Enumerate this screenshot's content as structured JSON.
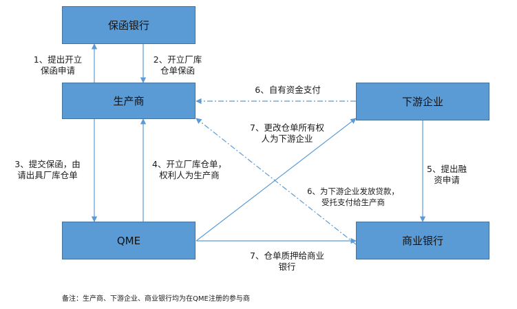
{
  "nodes": {
    "guarantee_bank": "保函银行",
    "producer": "生产商",
    "downstream": "下游企业",
    "qme": "QME",
    "commercial_bank": "商业银行"
  },
  "edges": {
    "e1": "1、提出开立\n保函申请",
    "e2": "2、开立厂库\n仓单保函",
    "e3": "3、提交保函，由\n请出具厂库仓单",
    "e4": "4、开立厂库仓单，\n权利人为生产商",
    "e5": "5、提出融\n资申请",
    "e6a": "6、自有资金支付",
    "e6b": "6、为下游企业发放贷款，\n受托支付给生产商",
    "e7a": "7、更改仓单所有权\n人为下游企业",
    "e7b": "7、仓单质押给商业\n银行"
  },
  "footnote": "备注：生产商、下游企业、商业银行均为在QME注册的参与商",
  "colors": {
    "box_fill": "#5b9bd5",
    "box_border": "#41719c",
    "arrow": "#5b9bd5"
  }
}
